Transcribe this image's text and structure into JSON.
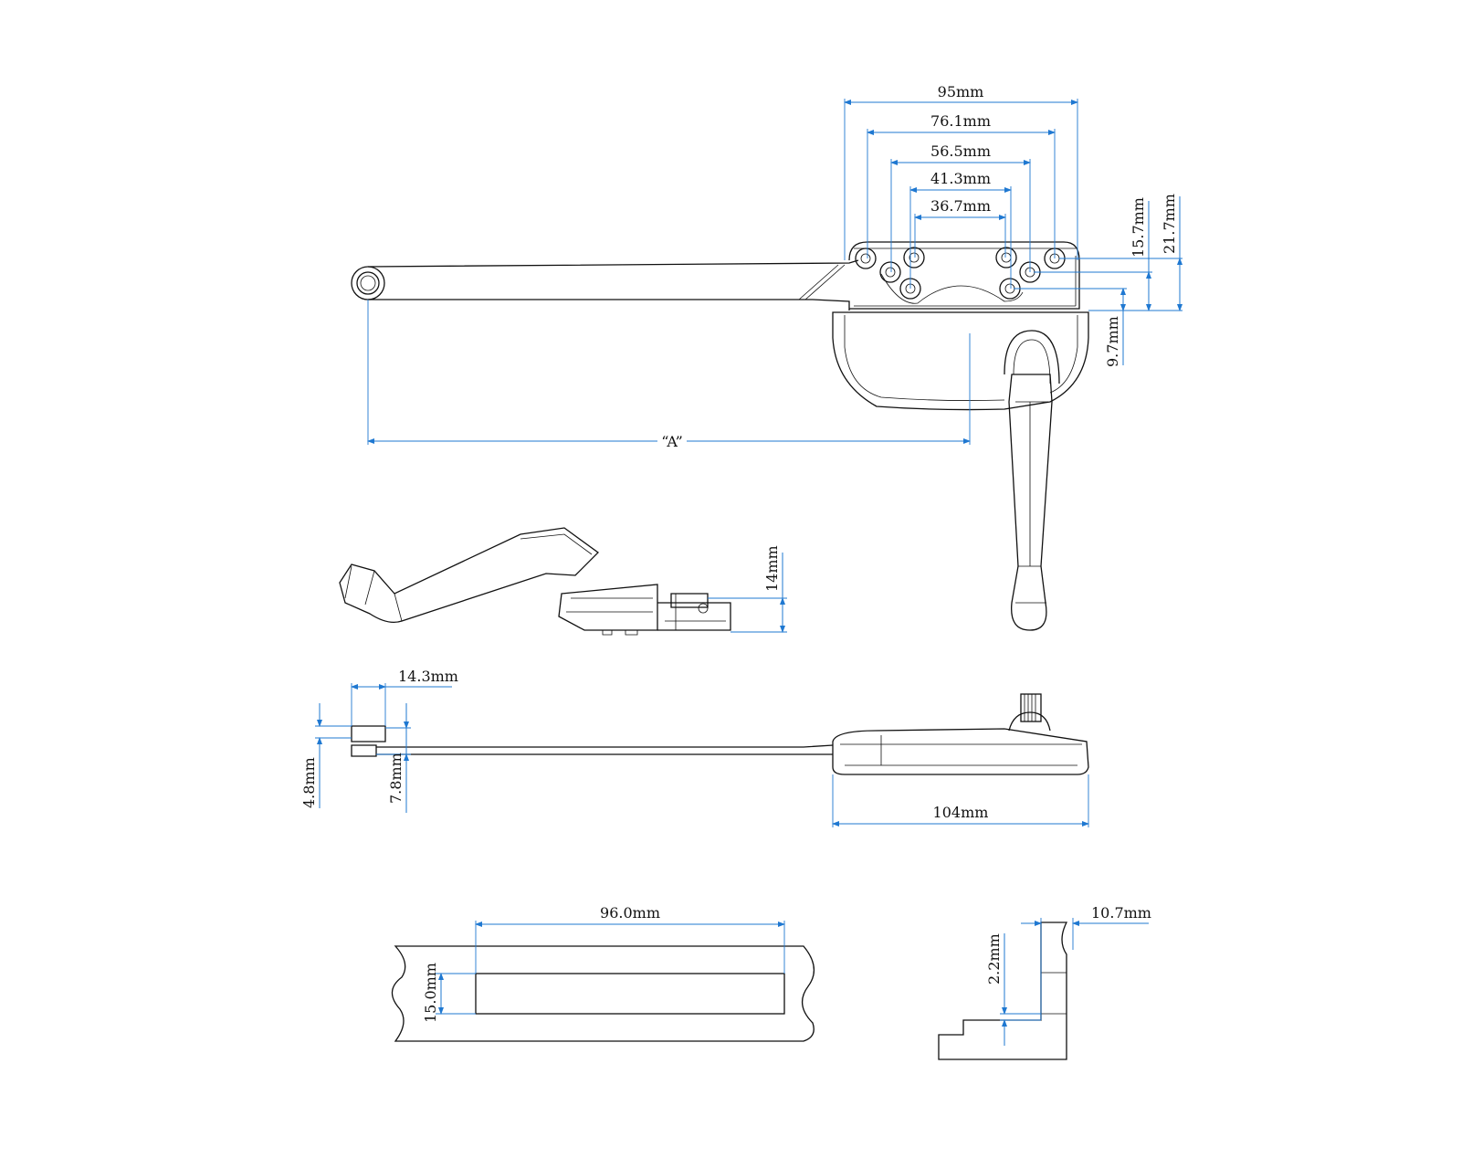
{
  "drawing": {
    "accent_color": "#1f78d1",
    "top_view": {
      "dims": {
        "d95": "95mm",
        "d76": "76.1mm",
        "d56": "56.5mm",
        "d41": "41.3mm",
        "d36": "36.7mm",
        "d15_7": "15.7mm",
        "d21_7": "21.7mm",
        "d9_7": "9.7mm",
        "a": "“A”"
      }
    },
    "side_view": {
      "dims": {
        "d14": "14mm"
      }
    },
    "front_view": {
      "dims": {
        "d14_3": "14.3mm",
        "d4_8": "4.8mm",
        "d7_8": "7.8mm",
        "d104": "104mm"
      }
    },
    "cutout_view": {
      "dims": {
        "d96": "96.0mm",
        "d15": "15.0mm"
      }
    },
    "profile_view": {
      "dims": {
        "d10_7": "10.7mm",
        "d2_2": "2.2mm"
      }
    }
  }
}
